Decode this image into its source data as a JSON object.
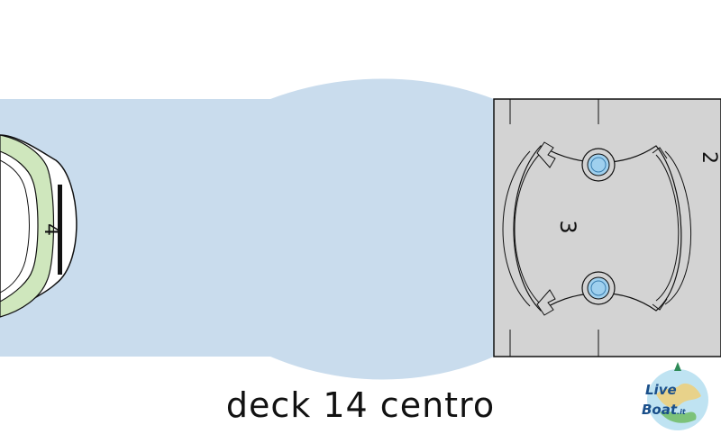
{
  "caption": "deck 14 centro",
  "labels": {
    "left_area": "4",
    "right_top": "2",
    "right_center": "3"
  },
  "logo": {
    "text_live": "Live",
    "text_boat": "Boat",
    "text_suffix": ".it"
  },
  "colors": {
    "water": "#c9dced",
    "deck_grey": "#d3d3d3",
    "green": "#cfe7bd",
    "pool_blue": "#9fd0ee"
  }
}
